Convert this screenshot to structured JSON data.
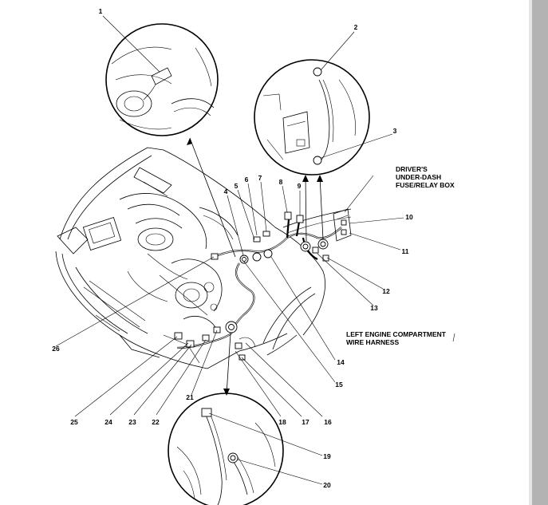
{
  "callouts": [
    "1",
    "2",
    "3",
    "4",
    "5",
    "6",
    "7",
    "8",
    "9",
    "10",
    "11",
    "12",
    "13",
    "14",
    "15",
    "16",
    "17",
    "18",
    "19",
    "20",
    "21",
    "22",
    "23",
    "24",
    "25",
    "26"
  ],
  "labels": {
    "fuse_box_line1": "DRIVER'S",
    "fuse_box_line2": "UNDER-DASH",
    "fuse_box_line3": "FUSE/RELAY BOX",
    "harness_line1": "LEFT ENGINE COMPARTMENT",
    "harness_line2": "WIRE HARNESS"
  },
  "colors": {
    "ink": "#000000",
    "paper": "#ffffff",
    "gutter": "#b3b3b3"
  }
}
